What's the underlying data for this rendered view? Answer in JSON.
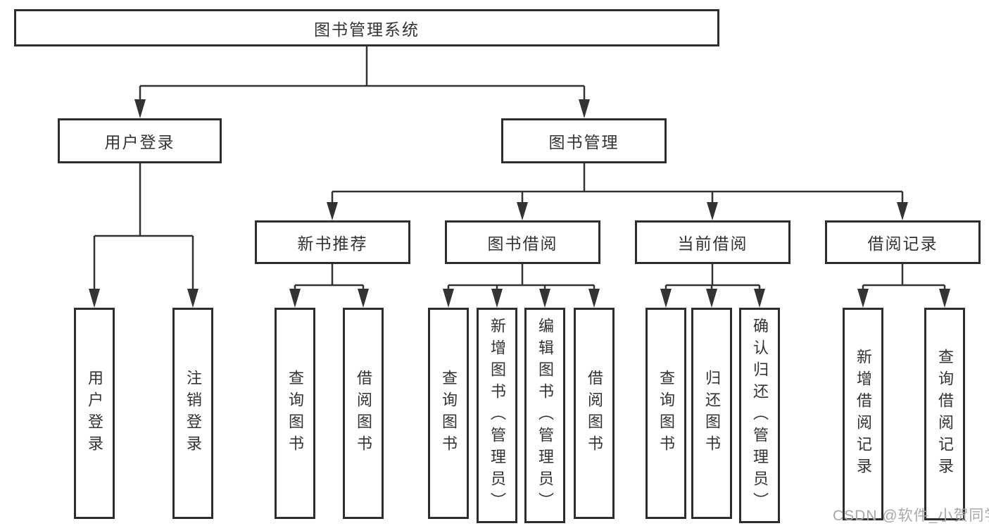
{
  "diagram": {
    "root": "图书管理系统",
    "branches": [
      {
        "label": "用户登录",
        "children": [
          "用户登录",
          "注销登录"
        ]
      },
      {
        "label": "图书管理",
        "children": [
          {
            "label": "新书推荐",
            "children": [
              "查询图书",
              "借阅图书"
            ]
          },
          {
            "label": "图书借阅",
            "children": [
              "查询图书",
              "新增图书（管理员）",
              "编辑图书（管理员）",
              "借阅图书"
            ]
          },
          {
            "label": "当前借阅",
            "children": [
              "查询图书",
              "归还图书",
              "确认归还（管理员）"
            ]
          },
          {
            "label": "借阅记录",
            "children": [
              "新增借阅记录",
              "查询借阅记录"
            ]
          }
        ]
      }
    ]
  },
  "watermark": {
    "text": "CSDN @软件_小贺同学",
    "color": "#a8a8a8"
  },
  "colors": {
    "background": "#ffffff",
    "line": "#333333",
    "box_border": "#2e2e2e",
    "text": "#333333"
  }
}
